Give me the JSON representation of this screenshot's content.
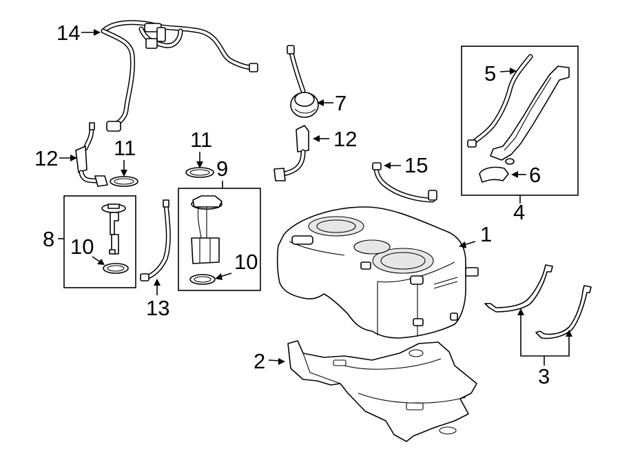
{
  "callouts": {
    "c1": "1",
    "c2": "2",
    "c3": "3",
    "c4": "4",
    "c5": "5",
    "c6": "6",
    "c7": "7",
    "c8": "8",
    "c9": "9",
    "c10a": "10",
    "c10b": "10",
    "c11a": "11",
    "c11b": "11",
    "c12a": "12",
    "c12b": "12",
    "c13": "13",
    "c14": "14",
    "c15": "15"
  }
}
